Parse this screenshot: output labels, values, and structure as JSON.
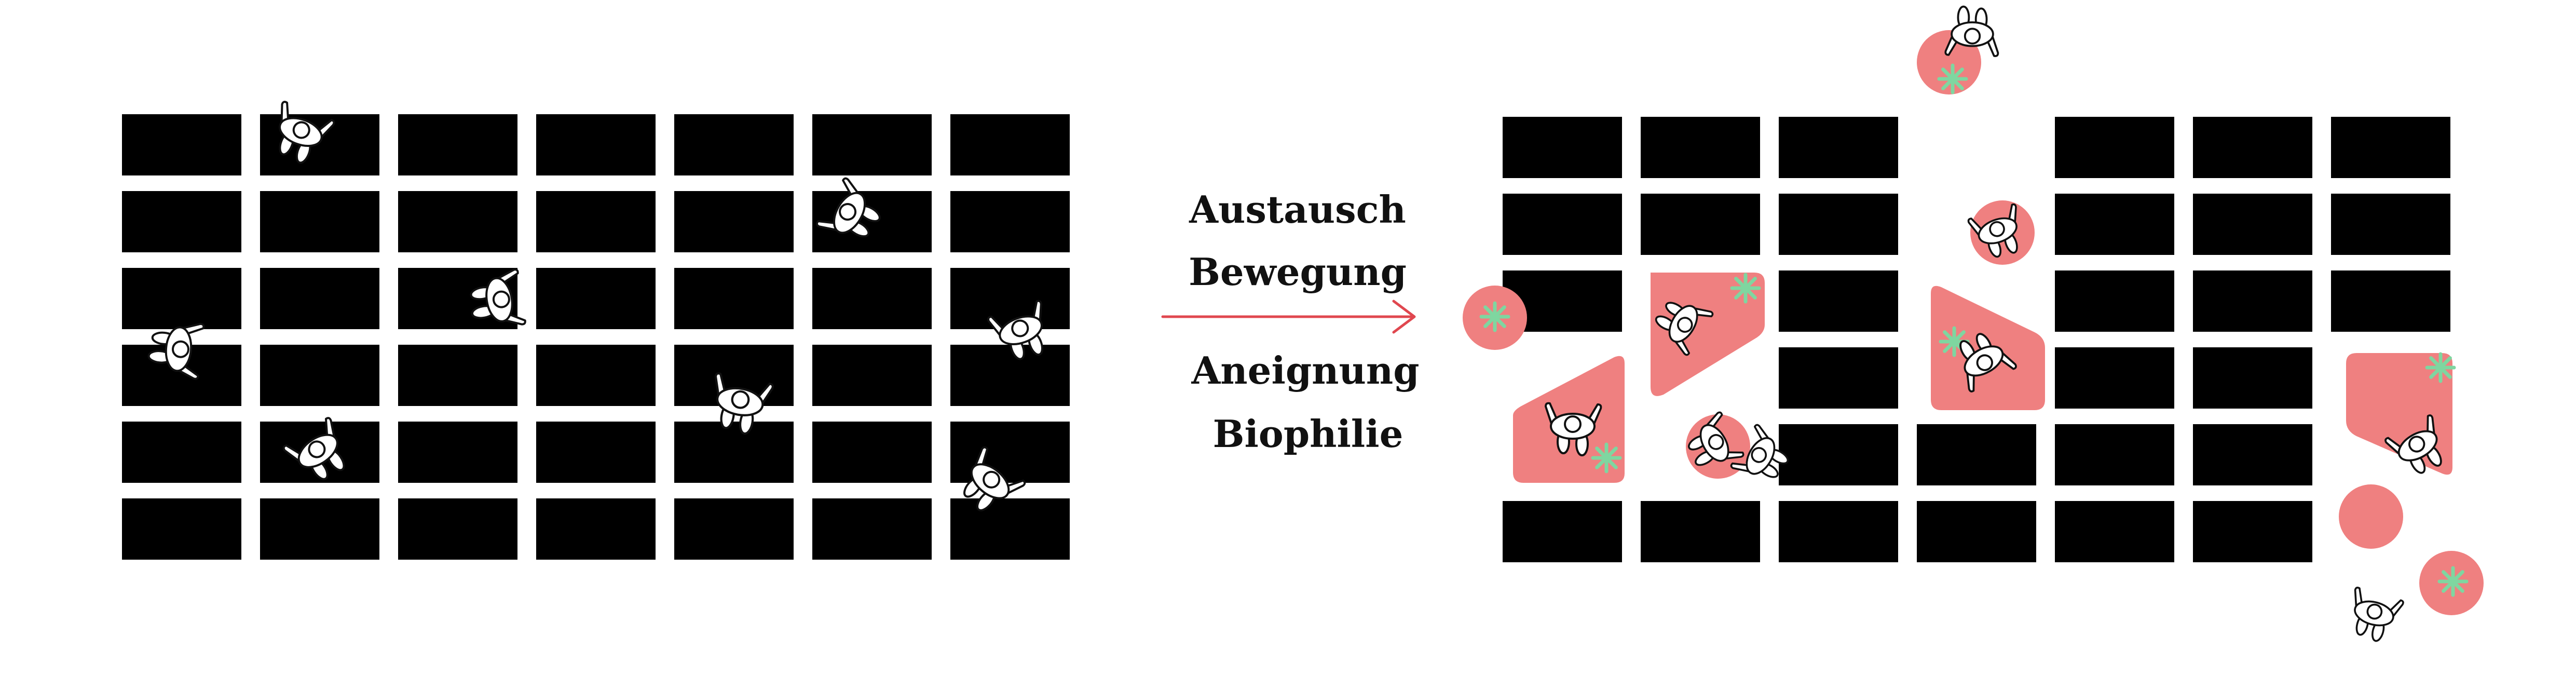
{
  "labels": {
    "line1": "Austausch",
    "line2": "Bewegung",
    "line3": "Aneignung",
    "line4": "Biophilie"
  },
  "colors": {
    "grid": "#000000",
    "accent": "#ef8080",
    "arrow": "#e0474f",
    "plant": "#7fd6a0",
    "figure_fill": "#ffffff",
    "figure_stroke": "#111111"
  },
  "icons": {
    "person": "person-topview-icon",
    "plant": "plant-star-icon",
    "arrow": "arrow-right-icon"
  }
}
